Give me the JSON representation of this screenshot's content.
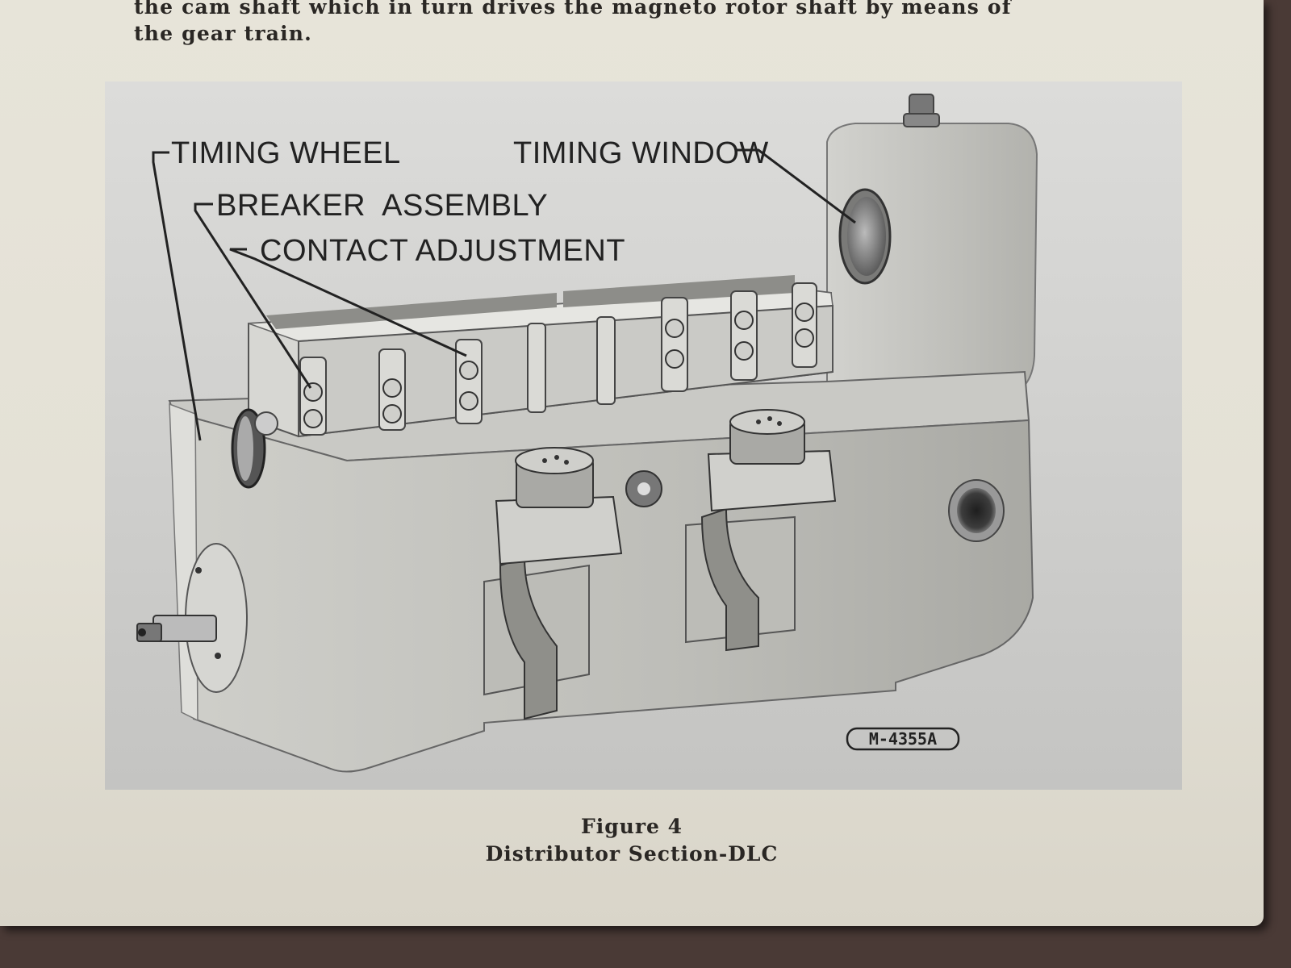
{
  "page": {
    "top_lines": [
      "the cam shaft which in turn drives the magneto rotor shaft by means of",
      "the gear train."
    ]
  },
  "figure": {
    "callouts": {
      "timing_wheel": "TIMING WHEEL",
      "breaker_assembly": "BREAKER  ASSEMBLY",
      "contact_adjustment": "CONTACT ADJUSTMENT",
      "timing_window": "TIMING WINDOW"
    },
    "code": "M-4355A"
  },
  "caption": {
    "number": "Figure 4",
    "title": "Distributor Section-DLC"
  },
  "colors": {
    "paper": "#e6e3d8",
    "photo": "#cfcfcc",
    "ink": "#222222",
    "background": "#4a3a36"
  }
}
